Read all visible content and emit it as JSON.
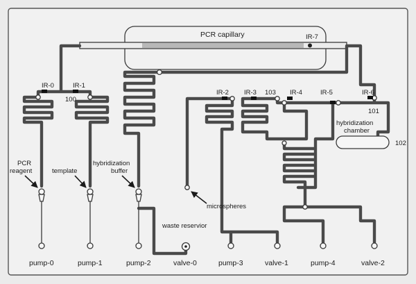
{
  "diagram": {
    "capillary_label": "PCR capillary",
    "chamber_label_line1": "hybridization",
    "chamber_label_line2": "chamber",
    "sensors": [
      "IR-0",
      "IR-1",
      "IR-2",
      "IR-3",
      "IR-4",
      "IR-5",
      "IR-6",
      "IR-7"
    ],
    "junctions": [
      "100",
      "101",
      "102",
      "103"
    ],
    "reagents": {
      "pcr_line1": "PCR",
      "pcr_line2": "reagent",
      "template": "template",
      "hyb_line1": "hybridization",
      "hyb_line2": "buffer"
    },
    "microspheres": "microspheres",
    "waste_reservoir": "waste reservior",
    "ports": [
      "pump-0",
      "pump-1",
      "pump-2",
      "valve-0",
      "pump-3",
      "valve-1",
      "pump-4",
      "valve-2"
    ]
  }
}
